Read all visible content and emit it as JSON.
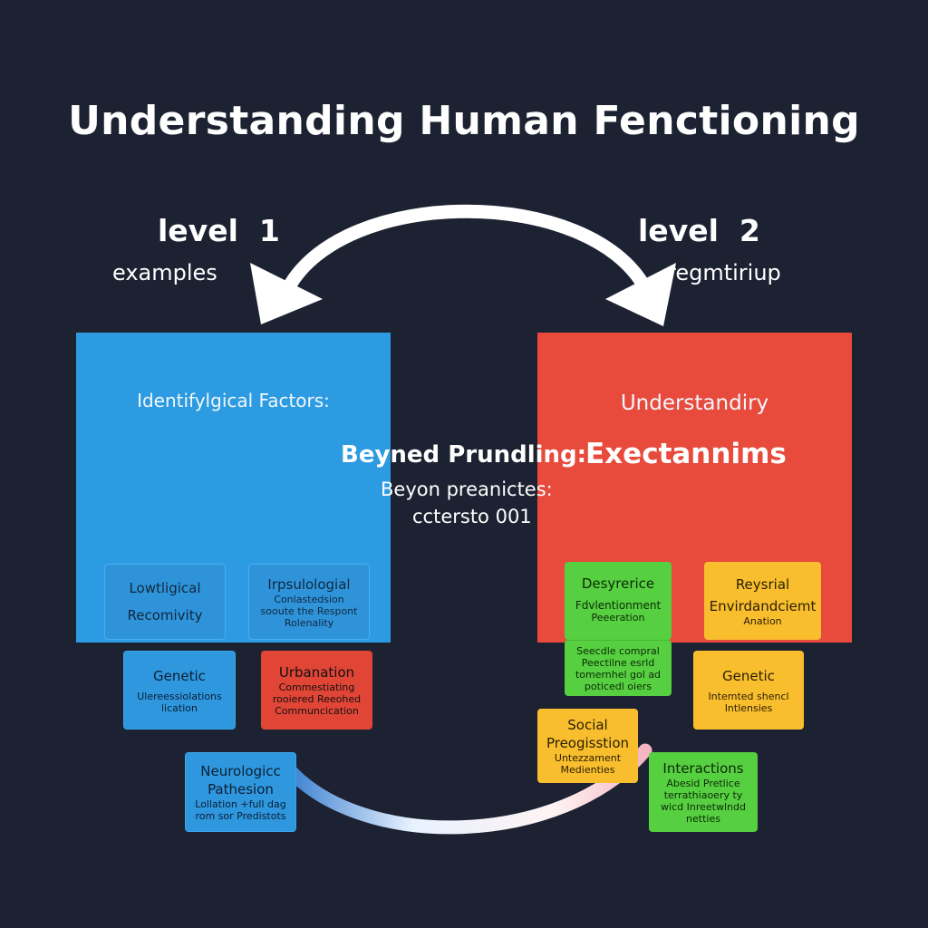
{
  "title": "Understanding Human Fenctioning",
  "levels": {
    "left": {
      "label": "level  1",
      "sub": "examples"
    },
    "right": {
      "label": "level  2",
      "sub": "regmtiriup"
    }
  },
  "left_panel": {
    "heading": "Identifylgical Factors:",
    "color": "#2d9be1"
  },
  "right_panel": {
    "heading": "Understandiry",
    "heading2": "Exectannims",
    "color": "#e84a3c"
  },
  "center": {
    "heading": "Beyned Prundling:",
    "line1": "Beyon preanictes:",
    "line2": "cctersto 001"
  },
  "cards": {
    "lowtligical": {
      "title": "Lowtligical",
      "title2": "Recomivity"
    },
    "irpsulologial": {
      "title": "Irpsulologial",
      "desc": "Conlastedsion\nsooute the Respont\nRolenality"
    },
    "genetic_left": {
      "title": "Genetic",
      "desc": "Ulereessiolations\nlication"
    },
    "urbanation": {
      "title": "Urbanation",
      "desc": "Commestiating\nrooiered Reeohed\nCommuncication"
    },
    "neurologic": {
      "title": "Neurologicc\nPathesion",
      "desc": "Lollation +full dag\nrom sor Predistots"
    },
    "desyrerice": {
      "title": "Desyrerice",
      "subtitle": "Fdvlentionment",
      "desc": "Peeeration"
    },
    "desyrerice_lower": {
      "desc": "Seecdle compral\nPeectilne esrld\ntomernhel gol ad\npoticedl oiers"
    },
    "reysrial": {
      "title": "Reysrial",
      "subtitle": "Envirdandciemt",
      "desc": "Anation"
    },
    "genetic_right": {
      "title": "Genetic",
      "desc": "Intemted shencl\nIntlensies"
    },
    "social": {
      "title": "Social\nPreogisstion",
      "desc": "Untezzament\nMedienties"
    },
    "interactions": {
      "title": "Interactions",
      "desc": "Abesid Pretlice\nterrathiaoery ty\nwicd Inreetwlndd\nnetties"
    }
  },
  "colors": {
    "background": "#1c2231",
    "blue": "#2d9be1",
    "red": "#e84a3c",
    "green": "#56cf40",
    "yellow": "#f8be2e"
  }
}
